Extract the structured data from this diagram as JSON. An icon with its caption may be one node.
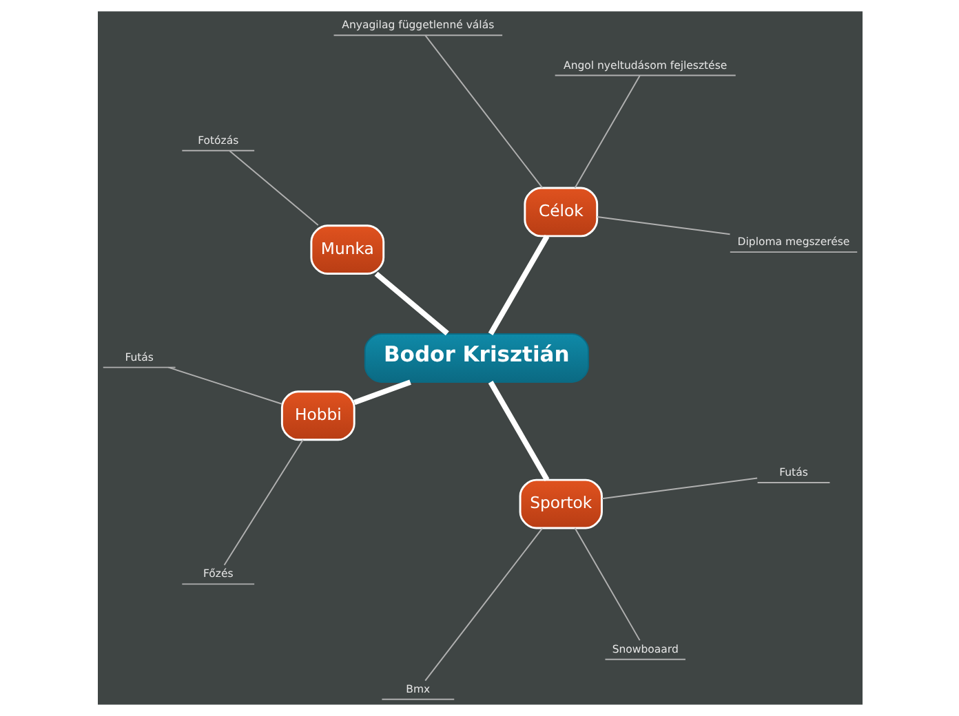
{
  "diagram": {
    "nodes": [
      {
        "text": [
          "Bodor Krisztián"
        ]
      },
      {
        "text": [
          "Célok"
        ]
      },
      {
        "text": [
          "Diploma megszerése"
        ]
      },
      {
        "text": [
          "Angol nyeltudásom fejlesztése"
        ]
      },
      {
        "text": [
          "Anyagilag függetlenné válás"
        ]
      },
      {
        "text": [
          "Munka"
        ]
      },
      {
        "text": [
          "Fotózás"
        ]
      },
      {
        "text": [
          "Hobbi"
        ]
      },
      {
        "text": [
          "Futás"
        ]
      },
      {
        "text": [
          "Főzés"
        ]
      },
      {
        "text": [
          "Sportok"
        ]
      },
      {
        "text": [
          "Bmx"
        ]
      },
      {
        "text": [
          "Snowboaard"
        ]
      },
      {
        "text": [
          "Futás"
        ]
      }
    ],
    "edges": [
      {
        "from": 0,
        "to": 1,
        "arrow": "none",
        "style": "thick",
        "color": "#ffffff"
      },
      {
        "from": 1,
        "to": 2,
        "arrow": "none"
      },
      {
        "from": 1,
        "to": 3,
        "arrow": "none"
      },
      {
        "from": 1,
        "to": 4,
        "arrow": "none"
      },
      {
        "from": 0,
        "to": 5,
        "arrow": "none",
        "style": "thick",
        "color": "#ffffff"
      },
      {
        "from": 5,
        "to": 6,
        "arrow": "none"
      },
      {
        "from": 0,
        "to": 7,
        "arrow": "none",
        "style": "thick",
        "color": "#ffffff"
      },
      {
        "from": 7,
        "to": 8,
        "arrow": "none"
      },
      {
        "from": 7,
        "to": 9,
        "arrow": "none"
      },
      {
        "from": 0,
        "to": 10,
        "arrow": "none",
        "style": "thick",
        "color": "#ffffff"
      },
      {
        "from": 10,
        "to": 11,
        "arrow": "none"
      },
      {
        "from": 10,
        "to": 12,
        "arrow": "none"
      },
      {
        "from": 10,
        "to": 13,
        "arrow": "none"
      }
    ]
  }
}
